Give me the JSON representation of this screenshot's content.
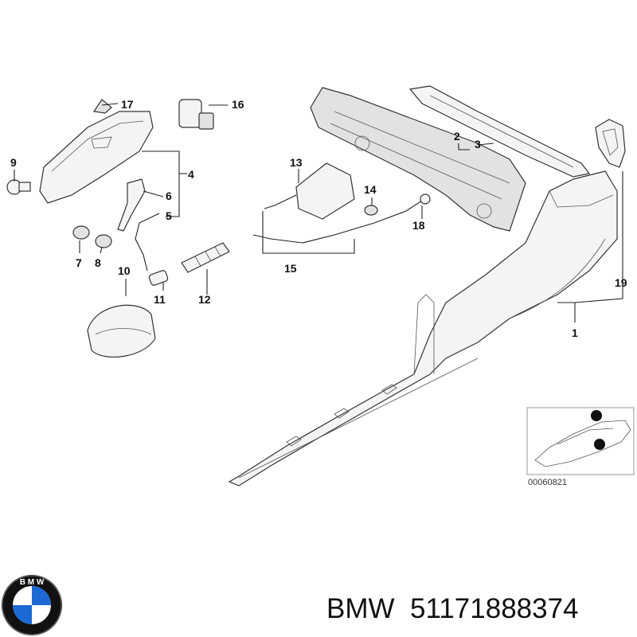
{
  "callouts": {
    "c1": "1",
    "c2": "2",
    "c3": "3",
    "c4": "4",
    "c5": "5",
    "c6": "6",
    "c7": "7",
    "c8": "8",
    "c9": "9",
    "c10": "10",
    "c11": "11",
    "c12": "12",
    "c13": "13",
    "c14": "14",
    "c15": "15",
    "c16": "16",
    "c17": "17",
    "c18": "18",
    "c19": "19"
  },
  "inset": {
    "reference": "00060821"
  },
  "footer": {
    "brand": "BMW",
    "part_number": "51171888374"
  },
  "logo": {
    "text": "B M W",
    "brand_colors": {
      "blue": "#1c69d4",
      "black": "#111111",
      "white": "#ffffff"
    }
  }
}
